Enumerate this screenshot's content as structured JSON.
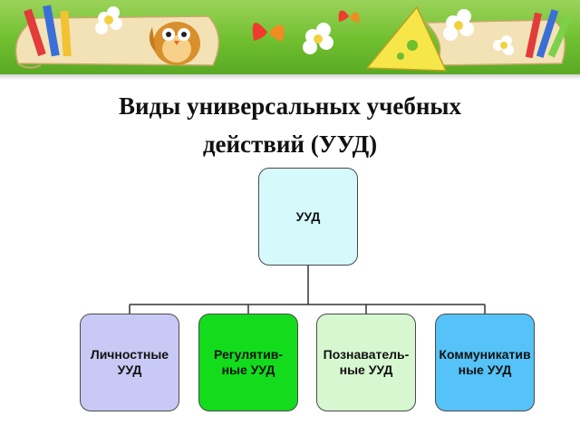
{
  "slide": {
    "title_line1": "Виды универсальных учебных",
    "title_line2": "действий (УУД)"
  },
  "diagram": {
    "root": {
      "label": "УУД",
      "color": "#d6f9fb"
    },
    "children": [
      {
        "line1": "Личностные",
        "line2": "УУД",
        "color": "#c9c9f5"
      },
      {
        "line1": "Регулятив-",
        "line2": "ные УУД",
        "color": "#12dc1c"
      },
      {
        "line1": "Познаватель-",
        "line2": "ные УУД",
        "color": "#d6f7cf"
      },
      {
        "line1": "Коммуникатив",
        "line2": "ные УУД",
        "color": "#55c3f7"
      }
    ]
  },
  "banner": {
    "background": "#6fbf2f",
    "icons": [
      "pencil-icon",
      "owl-icon",
      "butterfly-icon",
      "flower-icon",
      "triangle-ruler-icon",
      "scroll-icon"
    ]
  }
}
